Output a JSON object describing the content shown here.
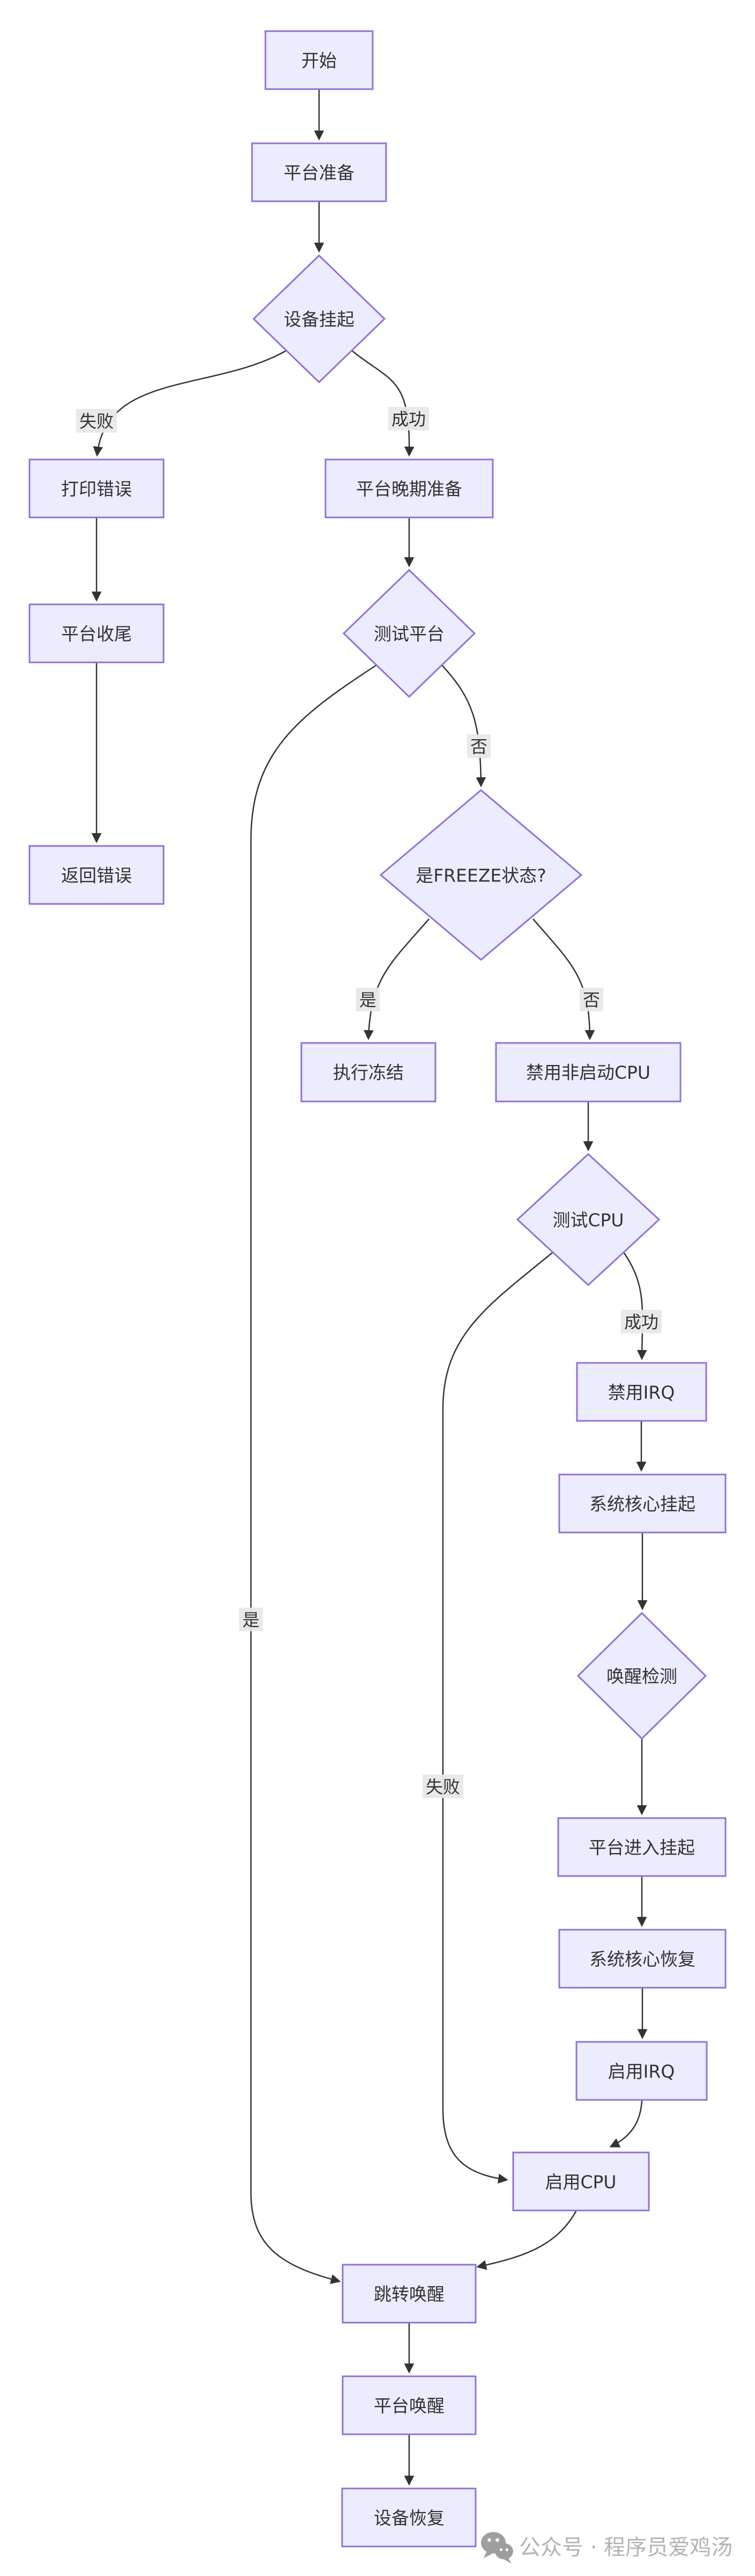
{
  "diagram": {
    "type": "flowchart",
    "nodes": {
      "start": "开始",
      "platform_prepare": "平台准备",
      "device_suspend": "设备挂起",
      "print_error": "打印错误",
      "platform_late_prepare": "平台晚期准备",
      "platform_finish": "平台收尾",
      "test_platform": "测试平台",
      "return_error": "返回错误",
      "freeze_check": "是FREEZE状态?",
      "do_freeze": "执行冻结",
      "disable_nonboot_cpu": "禁用非启动CPU",
      "test_cpu": "测试CPU",
      "disable_irq": "禁用IRQ",
      "syscore_suspend": "系统核心挂起",
      "wakeup_check": "唤醒检测",
      "platform_enter_suspend": "平台进入挂起",
      "syscore_resume": "系统核心恢复",
      "enable_irq": "启用IRQ",
      "enable_cpu": "启用CPU",
      "jump_wakeup": "跳转唤醒",
      "platform_wakeup": "平台唤醒",
      "device_resume": "设备恢复"
    },
    "edge_labels": {
      "fail1": "失败",
      "success1": "成功",
      "no1": "否",
      "yes1": "是",
      "yes2": "是",
      "no2": "否",
      "success2": "成功",
      "fail2": "失败"
    },
    "edges": [
      {
        "from": "开始",
        "to": "平台准备",
        "label": ""
      },
      {
        "from": "平台准备",
        "to": "设备挂起",
        "label": ""
      },
      {
        "from": "设备挂起",
        "to": "打印错误",
        "label": "失败"
      },
      {
        "from": "设备挂起",
        "to": "平台晚期准备",
        "label": "成功"
      },
      {
        "from": "打印错误",
        "to": "平台收尾",
        "label": ""
      },
      {
        "from": "平台收尾",
        "to": "返回错误",
        "label": ""
      },
      {
        "from": "平台晚期准备",
        "to": "测试平台",
        "label": ""
      },
      {
        "from": "测试平台",
        "to": "是FREEZE状态?",
        "label": "否"
      },
      {
        "from": "测试平台",
        "to": "跳转唤醒",
        "label": "是"
      },
      {
        "from": "是FREEZE状态?",
        "to": "执行冻结",
        "label": "是"
      },
      {
        "from": "是FREEZE状态?",
        "to": "禁用非启动CPU",
        "label": "否"
      },
      {
        "from": "禁用非启动CPU",
        "to": "测试CPU",
        "label": ""
      },
      {
        "from": "测试CPU",
        "to": "禁用IRQ",
        "label": "成功"
      },
      {
        "from": "测试CPU",
        "to": "启用CPU",
        "label": "失败"
      },
      {
        "from": "禁用IRQ",
        "to": "系统核心挂起",
        "label": ""
      },
      {
        "from": "系统核心挂起",
        "to": "唤醒检测",
        "label": ""
      },
      {
        "from": "唤醒检测",
        "to": "平台进入挂起",
        "label": ""
      },
      {
        "from": "平台进入挂起",
        "to": "系统核心恢复",
        "label": ""
      },
      {
        "from": "系统核心恢复",
        "to": "启用IRQ",
        "label": ""
      },
      {
        "from": "启用IRQ",
        "to": "启用CPU",
        "label": ""
      },
      {
        "from": "启用CPU",
        "to": "跳转唤醒",
        "label": ""
      },
      {
        "from": "跳转唤醒",
        "to": "平台唤醒",
        "label": ""
      },
      {
        "from": "平台唤醒",
        "to": "设备恢复",
        "label": ""
      }
    ],
    "colors": {
      "node_fill": "#ECECFF",
      "node_border": "#9370DB",
      "edge": "#333333",
      "text": "#333333",
      "edge_label_bg": "#e8e8e8",
      "background": "#ffffff"
    }
  },
  "watermark": {
    "text": "公众号 · 程序员爱鸡汤",
    "color": "#b3b3b3"
  }
}
